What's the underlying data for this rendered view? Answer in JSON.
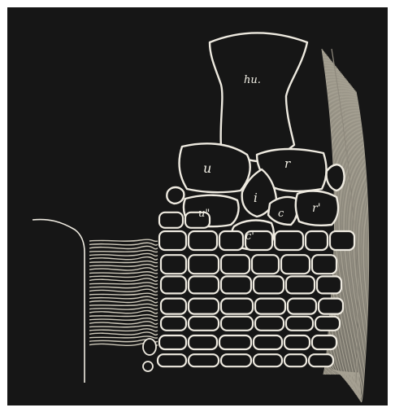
{
  "figure": {
    "colors": {
      "page": "#ffffff",
      "background": "#161616",
      "outline": "#eeeae0",
      "fibres": "#cfcabb"
    },
    "labels": {
      "hu": "hu.",
      "u": "u",
      "r": "r",
      "i": "i",
      "u2": "u\"",
      "c": "c",
      "r2": "r'",
      "c2": "c'"
    }
  }
}
